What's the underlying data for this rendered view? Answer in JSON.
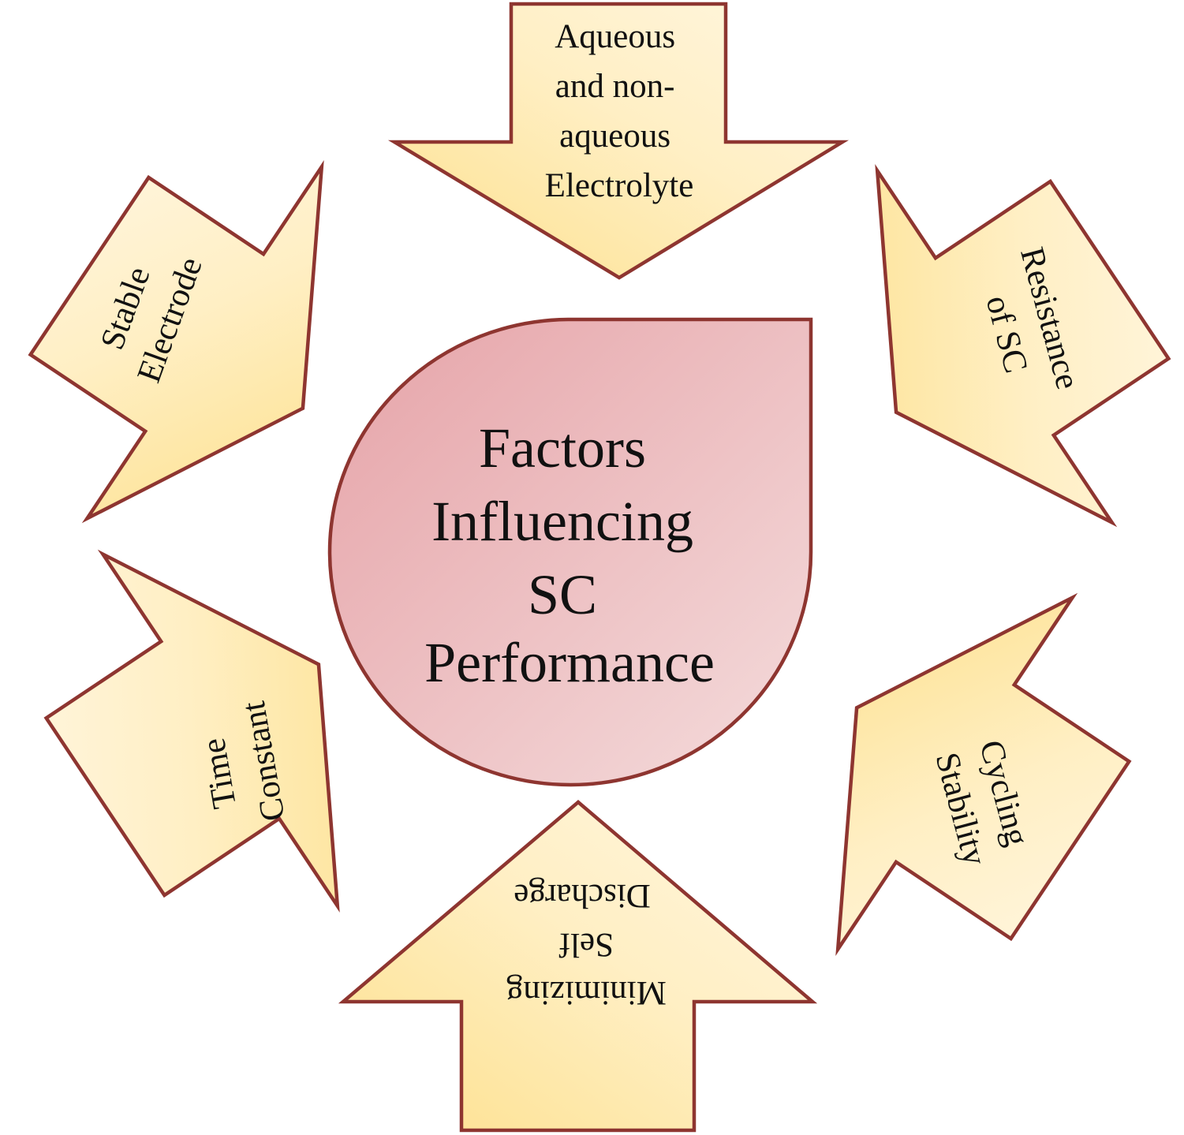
{
  "center": {
    "lines": [
      "Factors",
      "Influencing",
      "SC",
      "Performance"
    ],
    "fill_start": "#e6a3a8",
    "fill_end": "#f4dcdc",
    "stroke": "#8e3530"
  },
  "factors": [
    {
      "id": "electrolyte",
      "lines": [
        "Aqueous",
        "and non-",
        "aqueous",
        "Electrolyte"
      ]
    },
    {
      "id": "resistance",
      "lines": [
        "Resistance",
        "of SC"
      ]
    },
    {
      "id": "cycling",
      "lines": [
        "Cycling",
        "Stability"
      ]
    },
    {
      "id": "self-discharge",
      "lines": [
        "Minimizing",
        "Self",
        "Discharge"
      ]
    },
    {
      "id": "time-constant",
      "lines": [
        "Time",
        "Constant"
      ]
    },
    {
      "id": "electrode",
      "lines": [
        "Stable",
        "Electrode"
      ]
    }
  ],
  "colors": {
    "arrow_fill_light": "#fff4da",
    "arrow_fill_dark": "#fde08c",
    "arrow_stroke": "#8e3530"
  }
}
